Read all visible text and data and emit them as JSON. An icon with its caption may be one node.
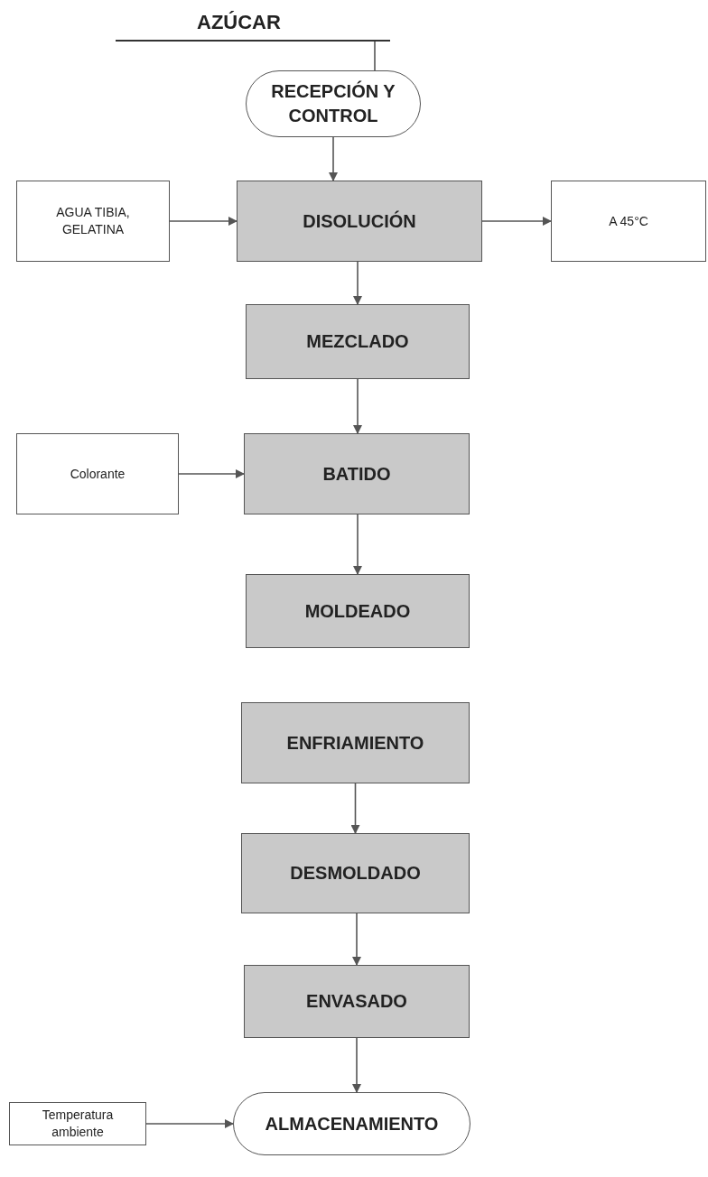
{
  "diagram": {
    "nodes": [
      {
        "text": [
          "AZÚCAR"
        ]
      },
      {
        "text": [
          "RECEPCIÓN Y CONTROL"
        ]
      },
      {
        "text": [
          "AGUA TIBIA, GELATINA"
        ]
      },
      {
        "text": [
          "DISOLUCIÓN"
        ]
      },
      {
        "text": [
          "A 45°C"
        ]
      },
      {
        "text": [
          "MEZCLADO"
        ]
      },
      {
        "text": [
          "Colorante"
        ]
      },
      {
        "text": [
          "BATIDO"
        ]
      },
      {
        "text": [
          "MOLDEADO"
        ]
      },
      {
        "text": [
          "ENFRIAMIENTO"
        ]
      },
      {
        "text": [
          "DESMOLDADO"
        ]
      },
      {
        "text": [
          "ENVASADO"
        ]
      },
      {
        "text": [
          "Temperatura ambiente"
        ]
      },
      {
        "text": [
          "ALMACENAMIENTO"
        ]
      }
    ],
    "edges": [
      {
        "from": 0,
        "to": 1,
        "arrow": "none"
      },
      {
        "from": 1,
        "to": 3,
        "arrow": "to"
      },
      {
        "from": 2,
        "to": 3,
        "arrow": "to"
      },
      {
        "from": 3,
        "to": 4,
        "arrow": "to"
      },
      {
        "from": 3,
        "to": 5,
        "arrow": "to"
      },
      {
        "from": 6,
        "to": 7,
        "arrow": "to"
      },
      {
        "from": 5,
        "to": 7,
        "arrow": "to"
      },
      {
        "from": 7,
        "to": 8,
        "arrow": "to"
      },
      {
        "from": 9,
        "to": 10,
        "arrow": "to"
      },
      {
        "from": 10,
        "to": 11,
        "arrow": "to"
      },
      {
        "from": 11,
        "to": 13,
        "arrow": "to"
      },
      {
        "from": 12,
        "to": 13,
        "arrow": "to"
      }
    ]
  }
}
